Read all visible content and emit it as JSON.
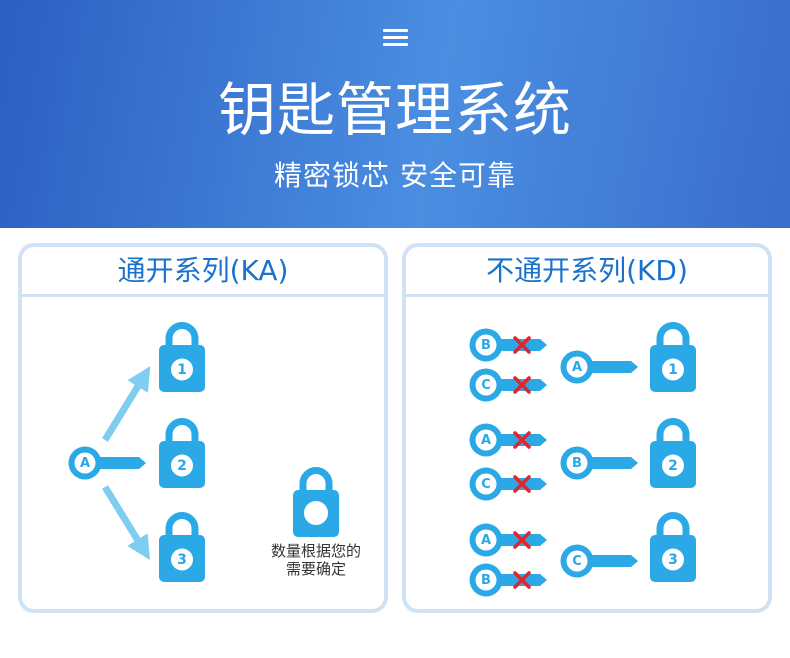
{
  "header": {
    "title": "钥匙管理系统",
    "subtitle": "精密锁芯 安全可靠"
  },
  "ka_panel": {
    "title": "通开系列(KA)",
    "key": "A",
    "locks": [
      "1",
      "2",
      "3"
    ],
    "extra_lock_note": [
      "数量根据您的",
      "需要确定"
    ]
  },
  "kd_panel": {
    "title": "不通开系列(KD)",
    "groups": [
      {
        "wrong_keys": [
          "B",
          "C"
        ],
        "key": "A",
        "lock": "1"
      },
      {
        "wrong_keys": [
          "A",
          "C"
        ],
        "key": "B",
        "lock": "2"
      },
      {
        "wrong_keys": [
          "A",
          "B"
        ],
        "key": "C",
        "lock": "3"
      }
    ]
  },
  "icons": {
    "menu": "menu-icon",
    "key": "key-icon",
    "lock": "lock-icon",
    "arrow": "arrow-icon",
    "reject": "cross-icon"
  },
  "colors": {
    "accent": "#2aa9e6",
    "title_blue": "#1a72cc",
    "panel_border": "#cfe3f4",
    "arrow": "#7fcdf1",
    "reject": "#e2262b",
    "header_gradient": [
      "#2c5fc1",
      "#4a8ee1",
      "#3a6dcc"
    ]
  }
}
